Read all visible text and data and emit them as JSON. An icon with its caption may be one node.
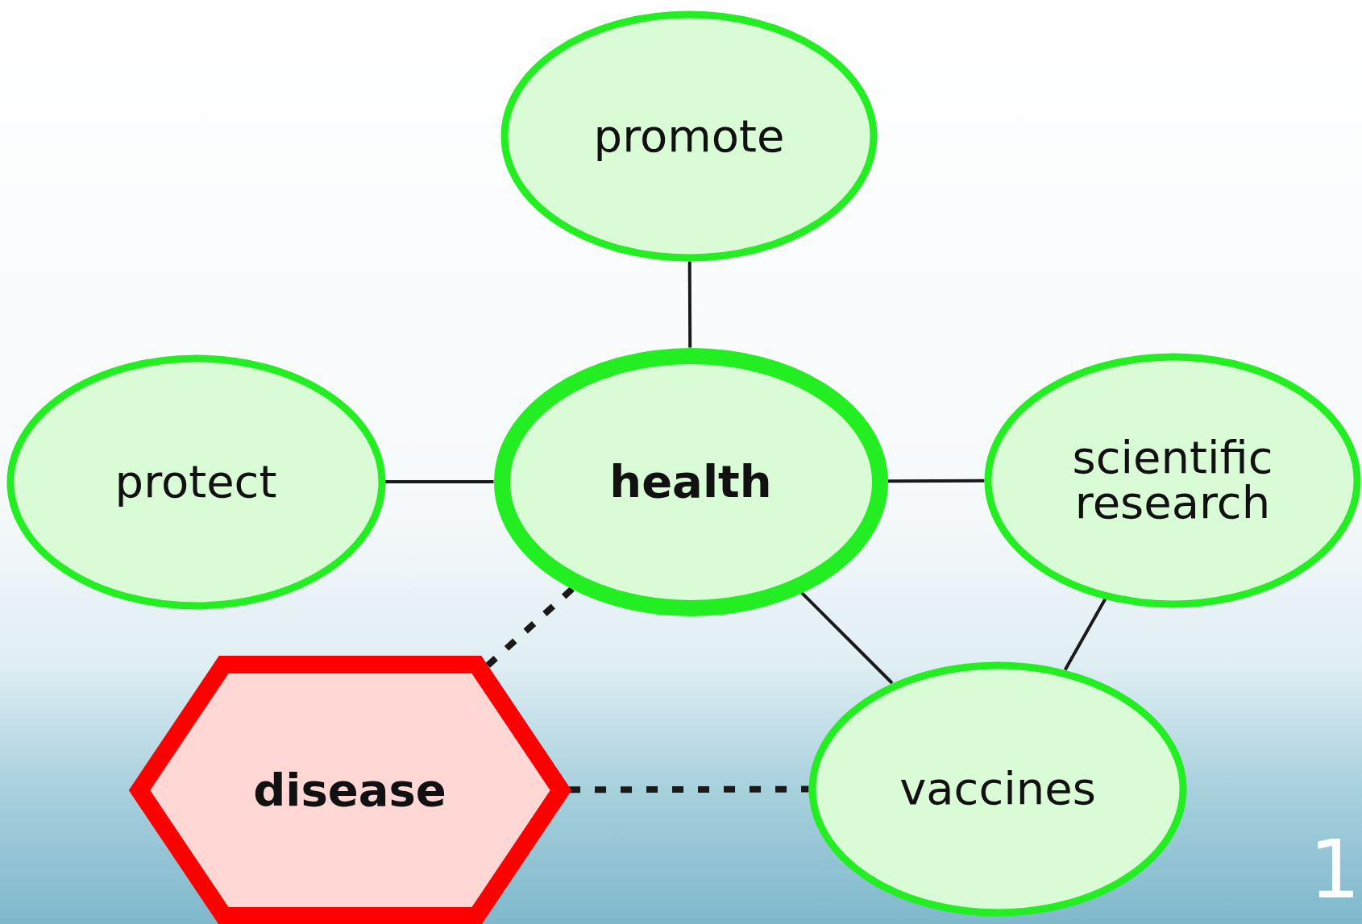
{
  "diagram": {
    "nodes": [
      {
        "text": [
          "promote"
        ]
      },
      {
        "text": [
          "protect"
        ]
      },
      {
        "text": [
          "health"
        ]
      },
      {
        "text": [
          "scientific research"
        ]
      },
      {
        "text": [
          "disease"
        ]
      },
      {
        "text": [
          "vaccines"
        ]
      }
    ],
    "edges": [
      {
        "from": 0,
        "to": 2,
        "arrow": "none"
      },
      {
        "from": 1,
        "to": 2,
        "arrow": "none"
      },
      {
        "from": 2,
        "to": 3,
        "arrow": "none"
      },
      {
        "from": 2,
        "to": 5,
        "arrow": "none"
      },
      {
        "from": 3,
        "to": 5,
        "arrow": "none"
      },
      {
        "from": 2,
        "to": 4,
        "arrow": "none",
        "style": "dashed"
      },
      {
        "from": 4,
        "to": 5,
        "arrow": "none",
        "style": "dashed"
      }
    ],
    "labels": [
      "1"
    ]
  }
}
